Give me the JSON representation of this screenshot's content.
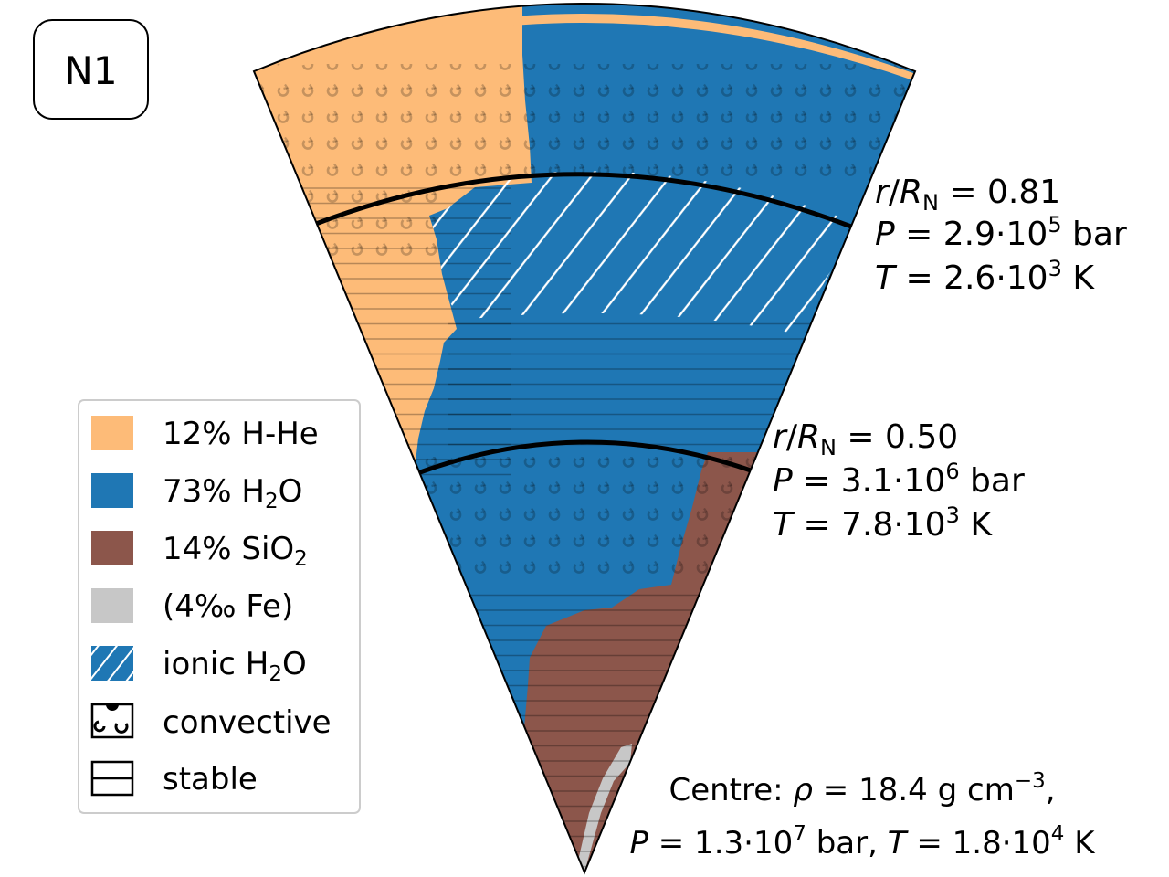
{
  "panel_label": "N1",
  "colors": {
    "hhe": "#fdbb78",
    "water": "#1f77b4",
    "rock": "#8c564b",
    "iron": "#c7c7c7"
  },
  "legend": [
    {
      "id": "hhe",
      "label": "12% H-He",
      "swatch": "hhe"
    },
    {
      "id": "water",
      "label_pre": "73% H",
      "sub": "2",
      "label_post": "O",
      "swatch": "water"
    },
    {
      "id": "rock",
      "label_pre": "14% SiO",
      "sub": "2",
      "label_post": "",
      "swatch": "rock"
    },
    {
      "id": "iron",
      "label": "(4‰ Fe)",
      "swatch": "iron"
    },
    {
      "id": "ionic",
      "label_pre": "ionic H",
      "sub": "2",
      "label_post": "O",
      "swatch": "ionic"
    },
    {
      "id": "convective",
      "label": "convective",
      "swatch": "convective"
    },
    {
      "id": "stable",
      "label": "stable",
      "swatch": "stable"
    }
  ],
  "boundaries": [
    {
      "r": "0.81",
      "P_mant": "2.9",
      "P_exp": "5",
      "P_unit": "bar",
      "T_mant": "2.6",
      "T_exp": "3",
      "T_unit": "K"
    },
    {
      "r": "0.50",
      "P_mant": "3.1",
      "P_exp": "6",
      "P_unit": "bar",
      "T_mant": "7.8",
      "T_exp": "3",
      "T_unit": "K"
    }
  ],
  "centre": {
    "prefix": "Centre: ",
    "rho_val": "18.4",
    "rho_unit": "g cm",
    "rho_exp": "−3",
    "P_mant": "1.3",
    "P_exp": "7",
    "P_unit": "bar",
    "T_mant": "1.8",
    "T_exp": "4",
    "T_unit": "K"
  },
  "symbols": {
    "rho": "ρ",
    "P": "P",
    "T": "T",
    "r": "r",
    "R": "R",
    "N": "N",
    "eq": " = ",
    "dot": "·"
  }
}
